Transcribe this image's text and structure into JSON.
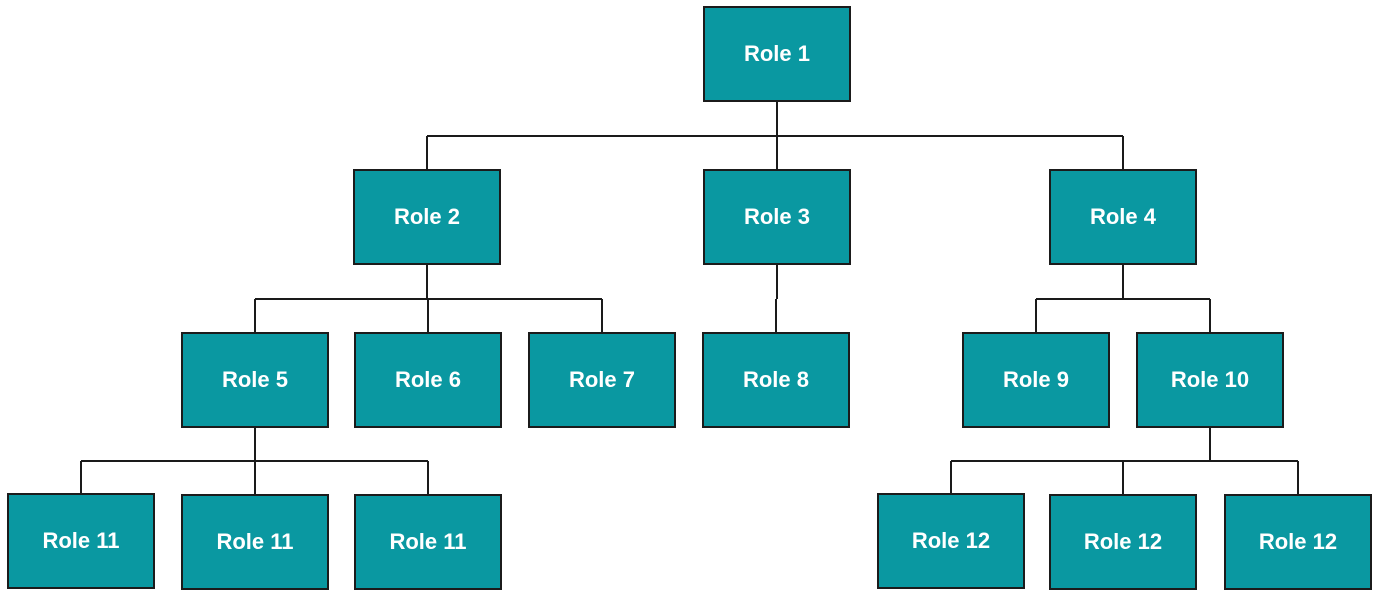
{
  "diagram": {
    "nodes": {
      "r1": {
        "label": "Role 1"
      },
      "r2": {
        "label": "Role 2"
      },
      "r3": {
        "label": "Role 3"
      },
      "r4": {
        "label": "Role 4"
      },
      "r5": {
        "label": "Role 5"
      },
      "r6": {
        "label": "Role 6"
      },
      "r7": {
        "label": "Role 7"
      },
      "r8": {
        "label": "Role 8"
      },
      "r9": {
        "label": "Role 9"
      },
      "r10": {
        "label": "Role 10"
      },
      "r11a": {
        "label": "Role 11"
      },
      "r11b": {
        "label": "Role 11"
      },
      "r11c": {
        "label": "Role 11"
      },
      "r12a": {
        "label": "Role 12"
      },
      "r12b": {
        "label": "Role 12"
      },
      "r12c": {
        "label": "Role 12"
      }
    },
    "edges": [
      [
        "r1",
        "r2"
      ],
      [
        "r1",
        "r3"
      ],
      [
        "r1",
        "r4"
      ],
      [
        "r2",
        "r5"
      ],
      [
        "r2",
        "r6"
      ],
      [
        "r2",
        "r7"
      ],
      [
        "r3",
        "r8"
      ],
      [
        "r4",
        "r9"
      ],
      [
        "r4",
        "r10"
      ],
      [
        "r5",
        "r11a"
      ],
      [
        "r5",
        "r11b"
      ],
      [
        "r5",
        "r11c"
      ],
      [
        "r10",
        "r12a"
      ],
      [
        "r10",
        "r12b"
      ],
      [
        "r10",
        "r12c"
      ]
    ],
    "colors": {
      "box_fill": "#0a98a1",
      "box_border": "#1b1b1b",
      "connector": "#1a1a1a",
      "label": "#ffffff"
    }
  }
}
